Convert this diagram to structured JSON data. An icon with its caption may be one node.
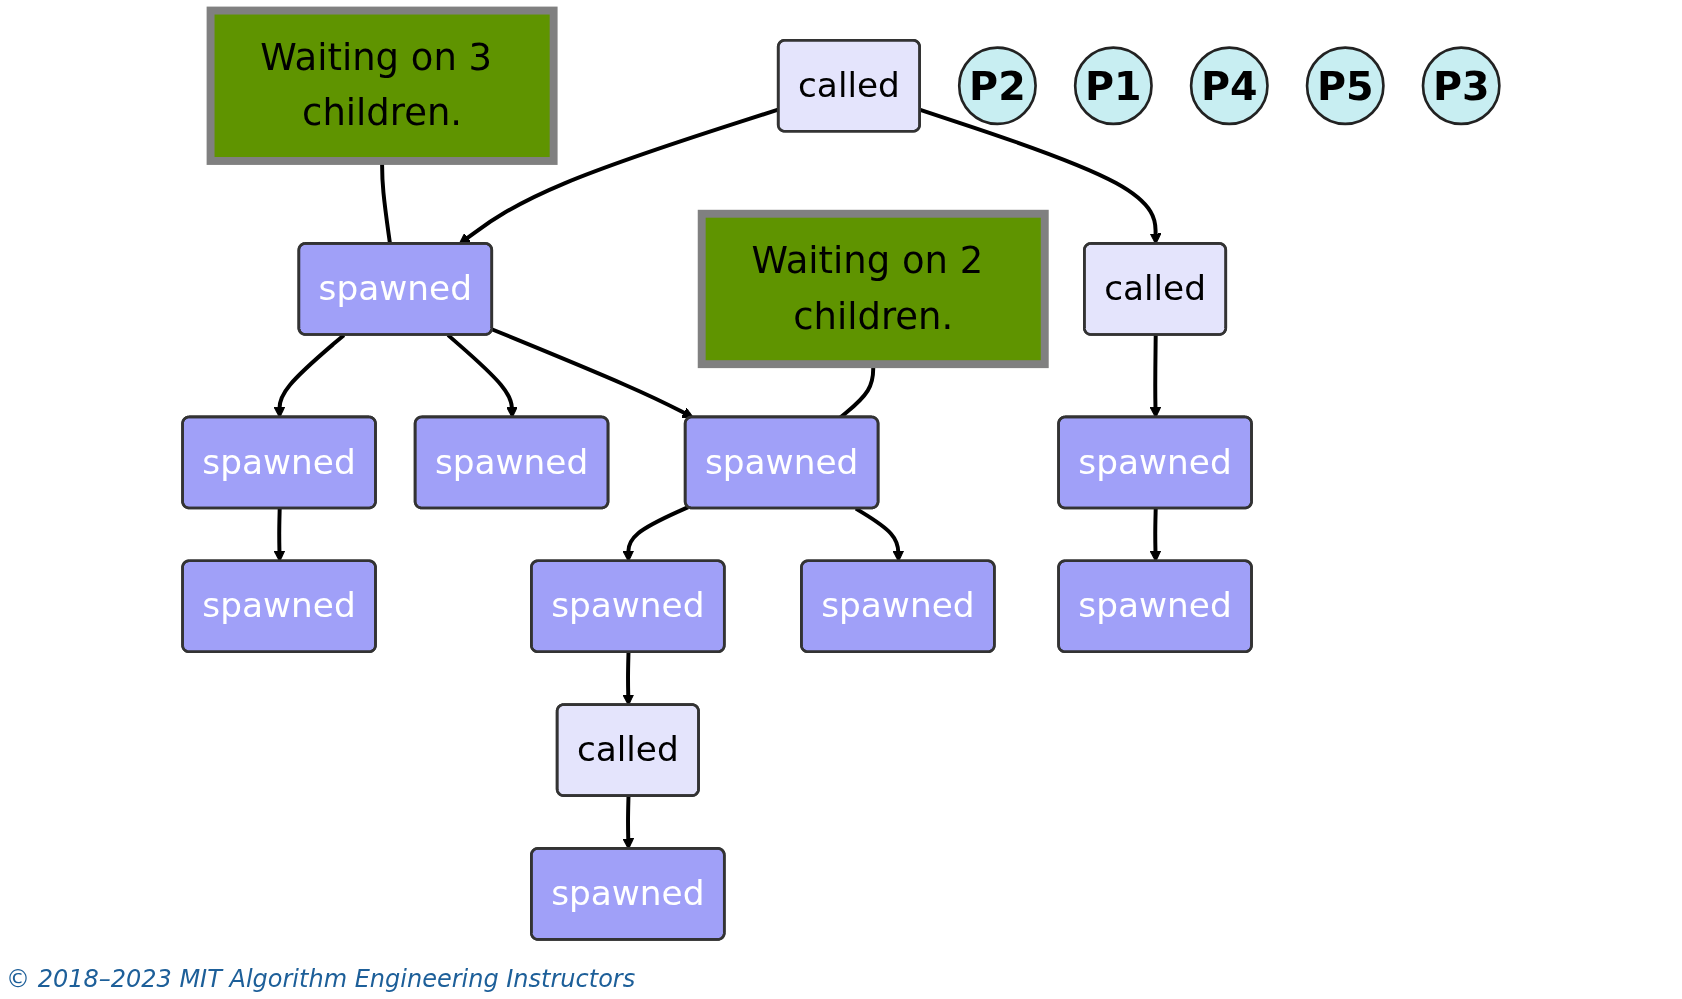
{
  "diagram": {
    "nodes": [
      {
        "text": [
          "Waiting on 3 children."
        ]
      },
      {
        "text": [
          "called"
        ]
      },
      {
        "text": [
          "spawned"
        ]
      },
      {
        "text": [
          "Waiting on 2 children."
        ]
      },
      {
        "text": [
          "spawned"
        ]
      },
      {
        "text": [
          "spawned"
        ]
      },
      {
        "text": [
          "spawned"
        ]
      },
      {
        "text": [
          "called"
        ]
      },
      {
        "text": [
          "spawned"
        ]
      },
      {
        "text": [
          "P2"
        ]
      },
      {
        "text": [
          "spawned"
        ]
      },
      {
        "text": [
          "spawned"
        ]
      },
      {
        "text": [
          "spawned"
        ]
      },
      {
        "text": [
          "P1"
        ]
      },
      {
        "text": [
          "called"
        ]
      },
      {
        "text": [
          "P4"
        ]
      },
      {
        "text": [
          "spawned"
        ]
      },
      {
        "text": [
          "P5"
        ]
      },
      {
        "text": [
          "spawned"
        ]
      },
      {
        "text": [
          "P3"
        ]
      }
    ],
    "edges": [
      {
        "from": 1,
        "to": 2,
        "arrow": "to"
      },
      {
        "from": 1,
        "to": 7,
        "arrow": "to"
      },
      {
        "from": 0,
        "to": 2,
        "arrow": "none"
      },
      {
        "from": 2,
        "to": 4,
        "arrow": "to"
      },
      {
        "from": 2,
        "to": 5,
        "arrow": "to"
      },
      {
        "from": 2,
        "to": 6,
        "arrow": "to"
      },
      {
        "from": 3,
        "to": 6,
        "arrow": "none"
      },
      {
        "from": 4,
        "to": 8,
        "arrow": "to"
      },
      {
        "from": 6,
        "to": 10,
        "arrow": "to"
      },
      {
        "from": 6,
        "to": 11,
        "arrow": "to"
      },
      {
        "from": 10,
        "to": 14,
        "arrow": "to"
      },
      {
        "from": 14,
        "to": 18,
        "arrow": "to"
      },
      {
        "from": 7,
        "to": 12,
        "arrow": "to"
      },
      {
        "from": 12,
        "to": 16,
        "arrow": "to"
      }
    ],
    "labels": [
      "© 2018–2023 MIT Algorithm Engineering Instructors"
    ]
  }
}
